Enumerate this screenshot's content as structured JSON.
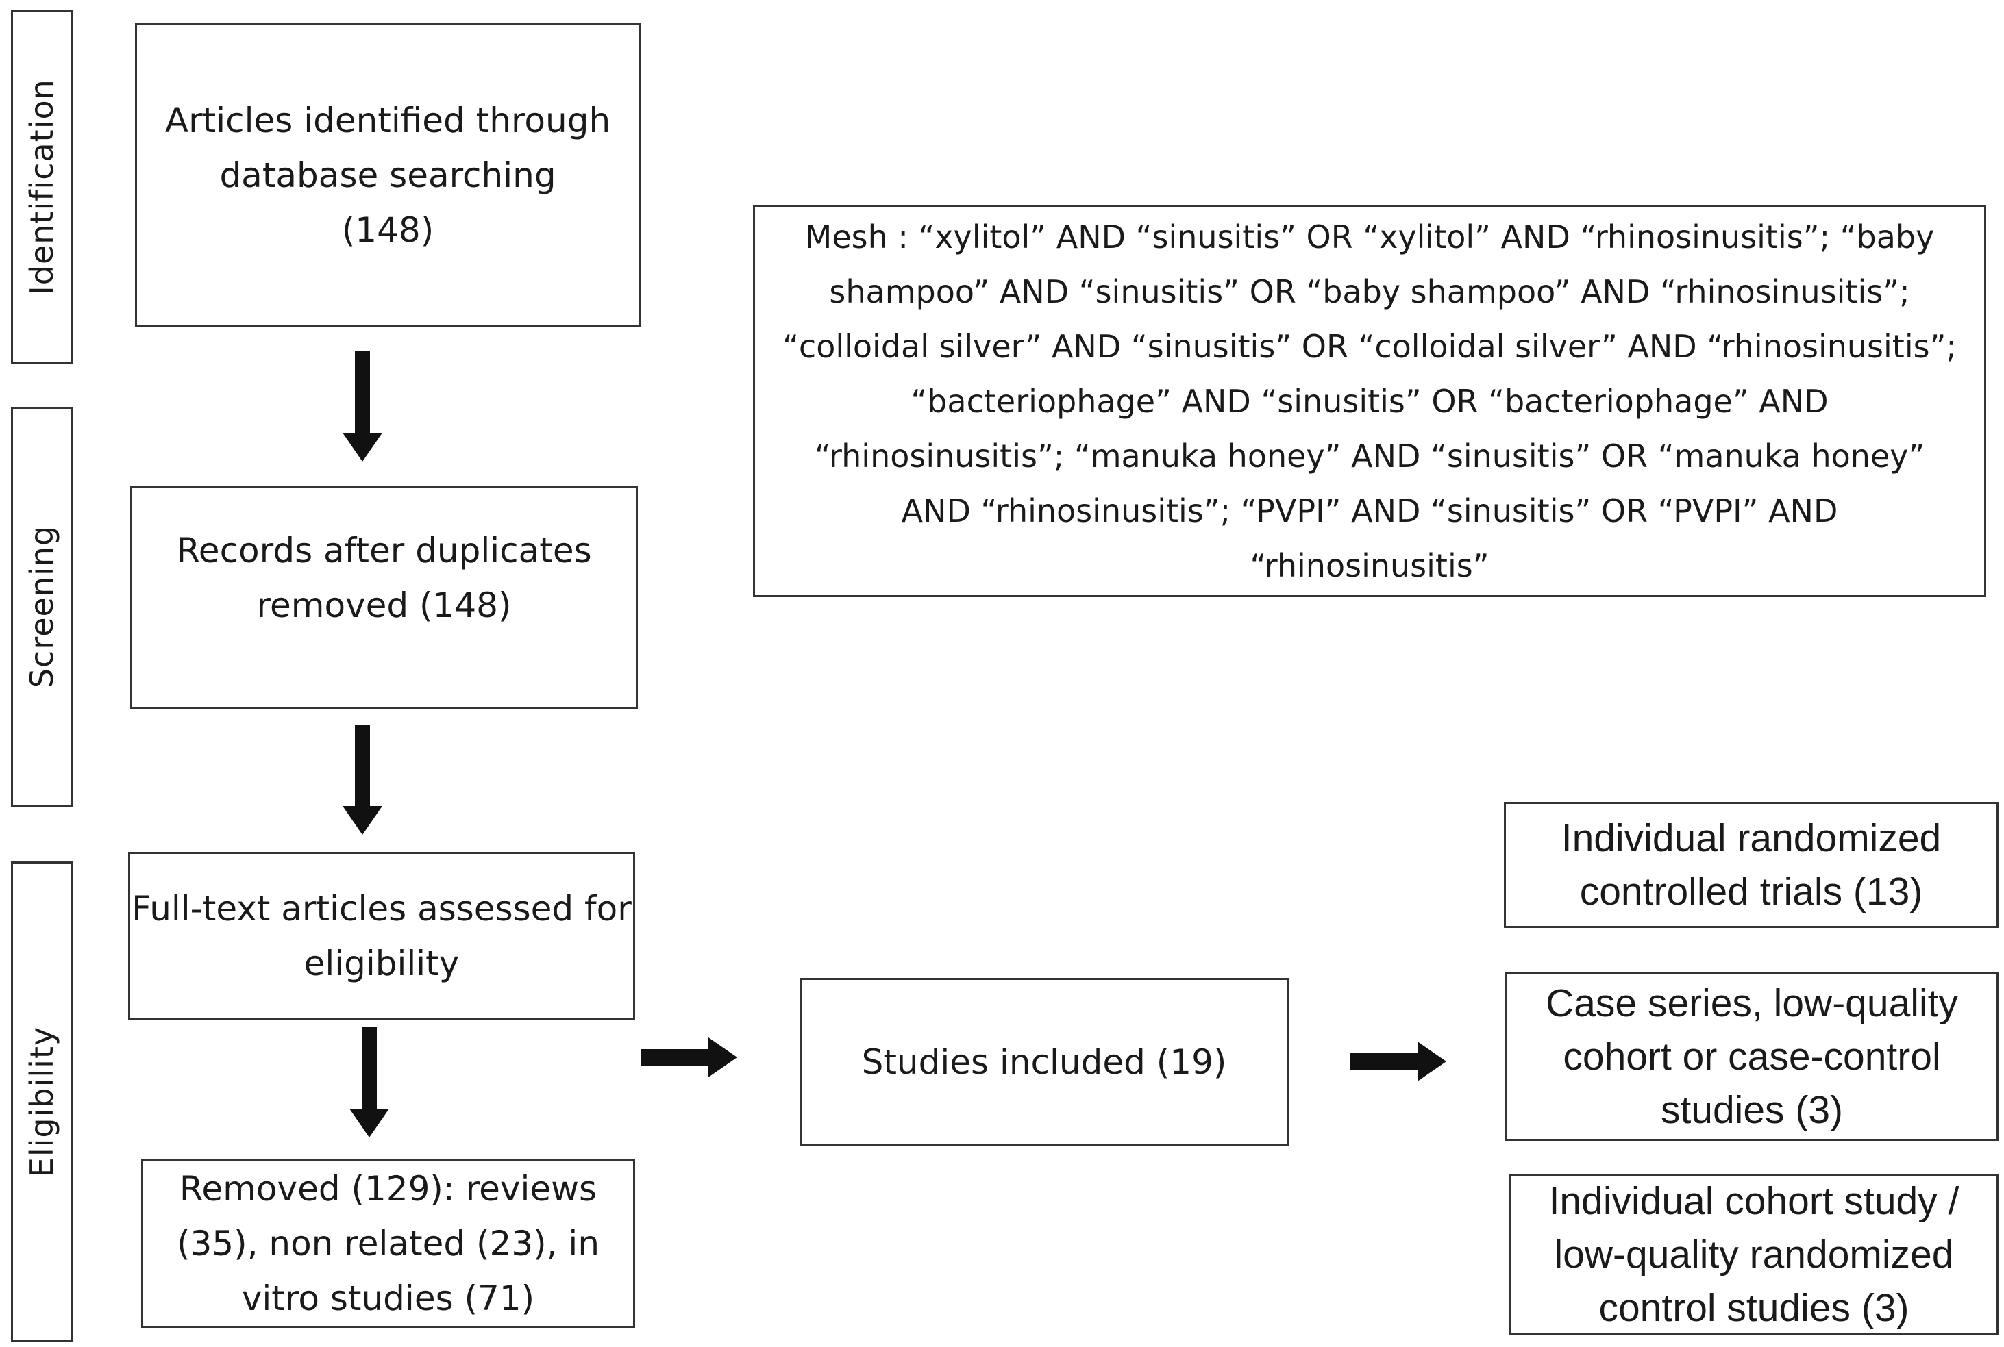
{
  "phases": {
    "identification": "Identification",
    "screening": "Screening",
    "eligibility": "Eligibility"
  },
  "flow": {
    "identified": "Articles identified through\ndatabase searching\n(148)",
    "after_duplicates": "Records after duplicates\nremoved (148)",
    "full_text": "Full-text articles assessed for\neligibility",
    "removed": "Removed (129): reviews\n(35), non related (23), in\nvitro studies  (71)",
    "included": "Studies included (19)"
  },
  "mesh": "Mesh : “xylitol” AND “sinusitis” OR “xylitol” AND “rhinosinusitis”; “baby\nshampoo” AND “sinusitis” OR “baby shampoo” AND “rhinosinusitis”;\n“colloidal silver” AND “sinusitis” OR “colloidal silver” AND “rhinosinusitis”;\n“bacteriophage” AND “sinusitis” OR “bacteriophage” AND\n“rhinosinusitis”; “manuka honey” AND “sinusitis” OR “manuka honey”\nAND “rhinosinusitis”; “PVPI” AND “sinusitis” OR “PVPI” AND\n“rhinosinusitis”",
  "evidence_levels": {
    "rct": "Individual randomized\ncontrolled trials (13)",
    "case_series": "Case series, low-quality\ncohort or case-control\nstudies (3)",
    "cohort": "Individual cohort study /\nlow-quality randomized\ncontrol studies (3)"
  },
  "colors": {
    "border": "#333333",
    "arrow": "#111111",
    "text": "#1a1a1a"
  }
}
